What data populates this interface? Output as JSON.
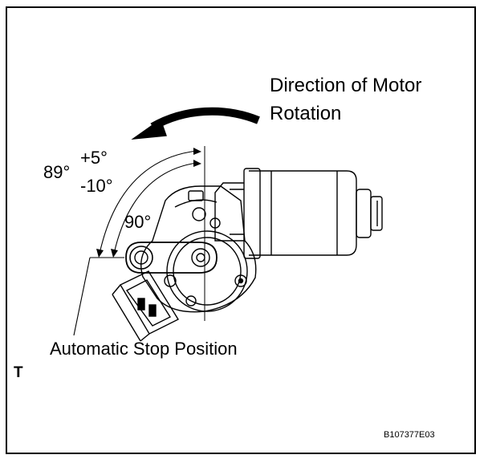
{
  "labels": {
    "direction_line1": "Direction of Motor",
    "direction_line2": "Rotation",
    "angle_89": "89°",
    "angle_plus5": "+5°",
    "angle_minus10": "-10°",
    "angle_90": "90°",
    "stop_position": "Automatic Stop Position",
    "corner_mark": "T",
    "figure_code": "B107377E03"
  },
  "icons": [
    "rotation-arrow-icon",
    "wiper-motor-icon"
  ],
  "colors": {
    "line": "#000000",
    "background": "#ffffff"
  }
}
